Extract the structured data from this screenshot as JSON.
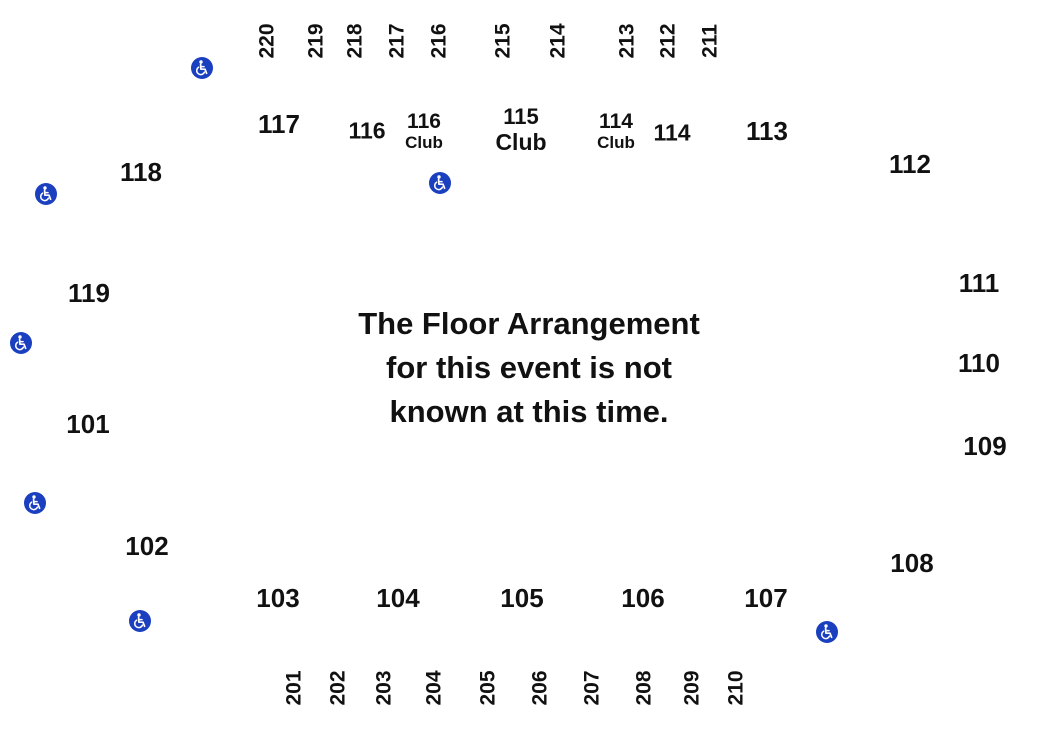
{
  "colors": {
    "accessibility_blue": "#1a3fbf",
    "text": "#111111",
    "background": "#ffffff"
  },
  "icons": {
    "accessible_seating": "wheelchair-icon"
  },
  "message": {
    "line1": "The Floor Arrangement",
    "line2": "for this event is not",
    "line3": "known at this time."
  },
  "lower_sections": {
    "s101": "101",
    "s102": "102",
    "s103": "103",
    "s104": "104",
    "s105": "105",
    "s106": "106",
    "s107": "107",
    "s108": "108",
    "s109": "109",
    "s110": "110",
    "s111": "111",
    "s112": "112",
    "s113": "113",
    "s114": "114",
    "s116": "116",
    "s117": "117",
    "s118": "118",
    "s119": "119"
  },
  "club_sections": {
    "c116": {
      "number": "116",
      "label": "Club"
    },
    "c115": {
      "number": "115",
      "label": "Club"
    },
    "c114": {
      "number": "114",
      "label": "Club"
    }
  },
  "upper_top": [
    "220",
    "219",
    "218",
    "217",
    "216",
    "215",
    "214",
    "213",
    "212",
    "211"
  ],
  "upper_bottom": [
    "201",
    "202",
    "203",
    "204",
    "205",
    "206",
    "207",
    "208",
    "209",
    "210"
  ]
}
